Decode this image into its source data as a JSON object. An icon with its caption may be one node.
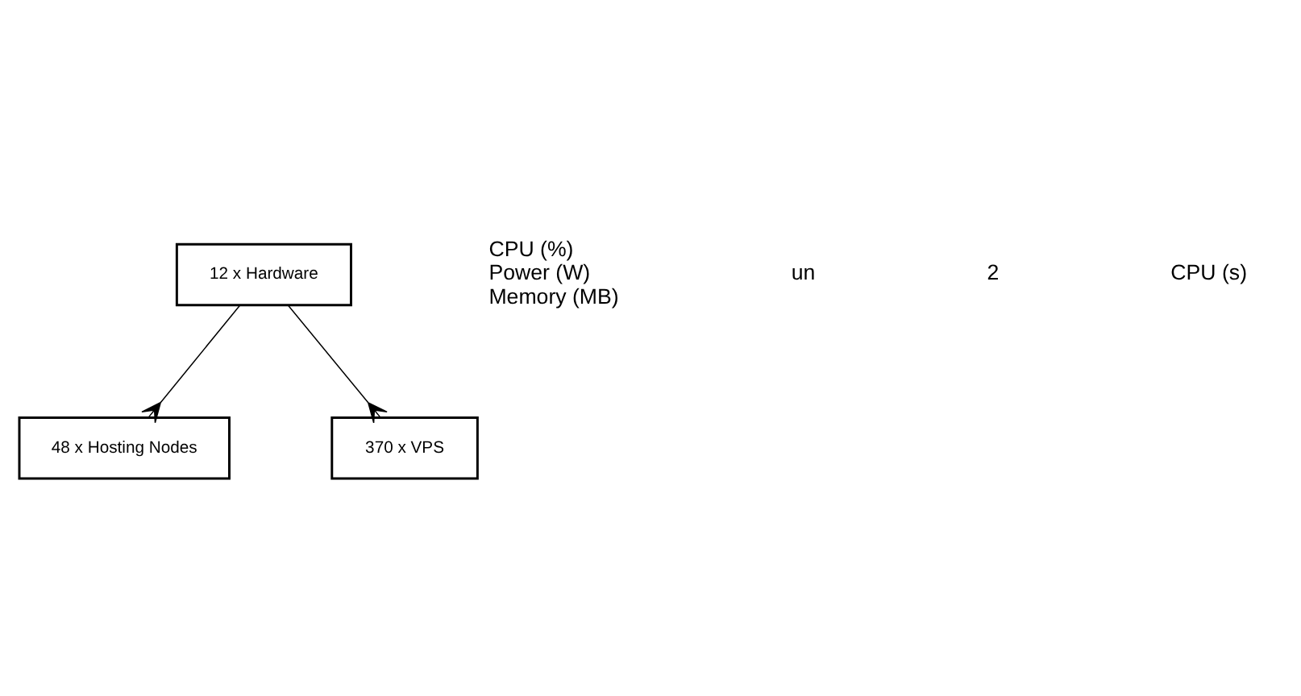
{
  "diagram": {
    "nodes": [
      {
        "text": [
          "12 x Hardware"
        ],
        "beside": [
          "CPU (%)",
          "Power (W)",
          "Memory (MB)"
        ]
      },
      {
        "text": [
          "48 x Hosting Nodes"
        ]
      },
      {
        "text": [
          "370 x VPS"
        ]
      }
    ],
    "edges": [
      {
        "from": 0,
        "to": 1,
        "arrow": "other"
      },
      {
        "from": 0,
        "to": 2,
        "arrow": "other"
      }
    ],
    "labels": [
      "un",
      "2",
      "CPU (s)"
    ]
  }
}
